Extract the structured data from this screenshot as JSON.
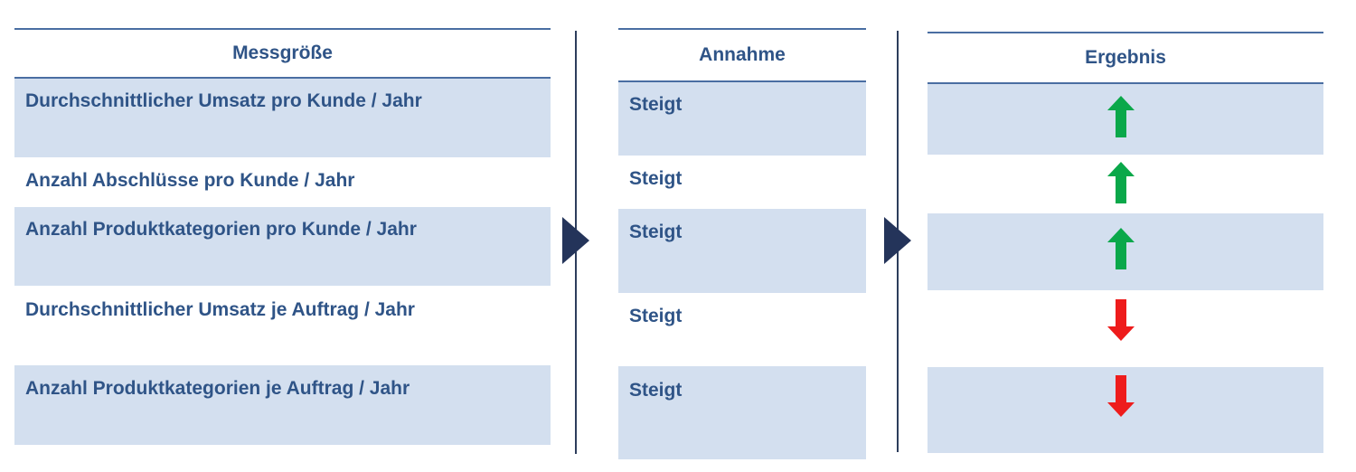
{
  "columns": {
    "measure": "Messgröße",
    "assumption": "Annahme",
    "result": "Ergebnis"
  },
  "rows": [
    {
      "measure": "Durchschnittlicher Umsatz pro Kunde / Jahr",
      "assumption": "Steigt",
      "result": "up-arrow-icon"
    },
    {
      "measure": "Anzahl Abschlüsse pro Kunde / Jahr",
      "assumption": "Steigt",
      "result": "up-arrow-icon"
    },
    {
      "measure": "Anzahl Produktkategorien pro Kunde / Jahr",
      "assumption": "Steigt",
      "result": "up-arrow-icon"
    },
    {
      "measure": "Durchschnittlicher Umsatz je Auftrag / Jahr",
      "assumption": "Steigt",
      "result": "down-arrow-icon"
    },
    {
      "measure": "Anzahl Produktkategorien je Auftrag / Jahr",
      "assumption": "Steigt",
      "result": "down-arrow-icon"
    }
  ],
  "colors": {
    "text": "#2f5487",
    "shade": "#d3dfef",
    "header_line": "#4a6ea2",
    "divider": "#2d3d5c",
    "up_arrow": "#0aa84a",
    "down_arrow": "#ee1c1c"
  }
}
